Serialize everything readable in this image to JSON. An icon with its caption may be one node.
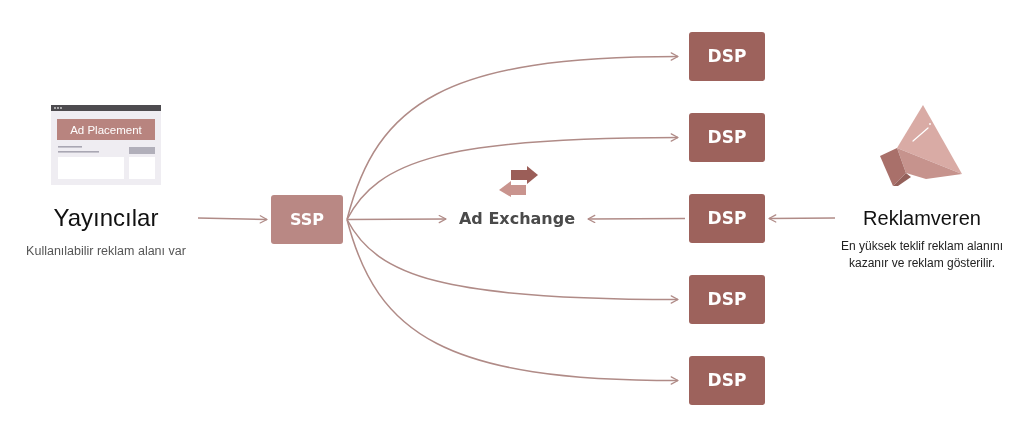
{
  "diagram": {
    "nodes": [
      {
        "text": [
          "Yayıncılar",
          "Kullanılabilir reklam alanı var"
        ]
      },
      {
        "text": [
          "SSP"
        ]
      },
      {
        "text": [
          "Ad Exchange"
        ]
      },
      {
        "text": [
          "DSP"
        ]
      },
      {
        "text": [
          "DSP"
        ]
      },
      {
        "text": [
          "DSP"
        ]
      },
      {
        "text": [
          "DSP"
        ]
      },
      {
        "text": [
          "DSP"
        ]
      },
      {
        "text": [
          "Reklamveren",
          "En yüksek teklif reklam alanını kazanır ve reklam gösterilir."
        ]
      }
    ],
    "edges": [
      {
        "from": 0,
        "to": 1,
        "arrow": "to"
      },
      {
        "from": 1,
        "to": 2,
        "arrow": "to"
      },
      {
        "from": 1,
        "to": 3,
        "arrow": "to"
      },
      {
        "from": 1,
        "to": 4,
        "arrow": "to"
      },
      {
        "from": 1,
        "to": 6,
        "arrow": "to"
      },
      {
        "from": 1,
        "to": 7,
        "arrow": "to"
      },
      {
        "from": 5,
        "to": 2,
        "arrow": "to"
      },
      {
        "from": 8,
        "to": 5,
        "arrow": "to"
      }
    ],
    "labels": [
      "Ad Placement"
    ]
  }
}
